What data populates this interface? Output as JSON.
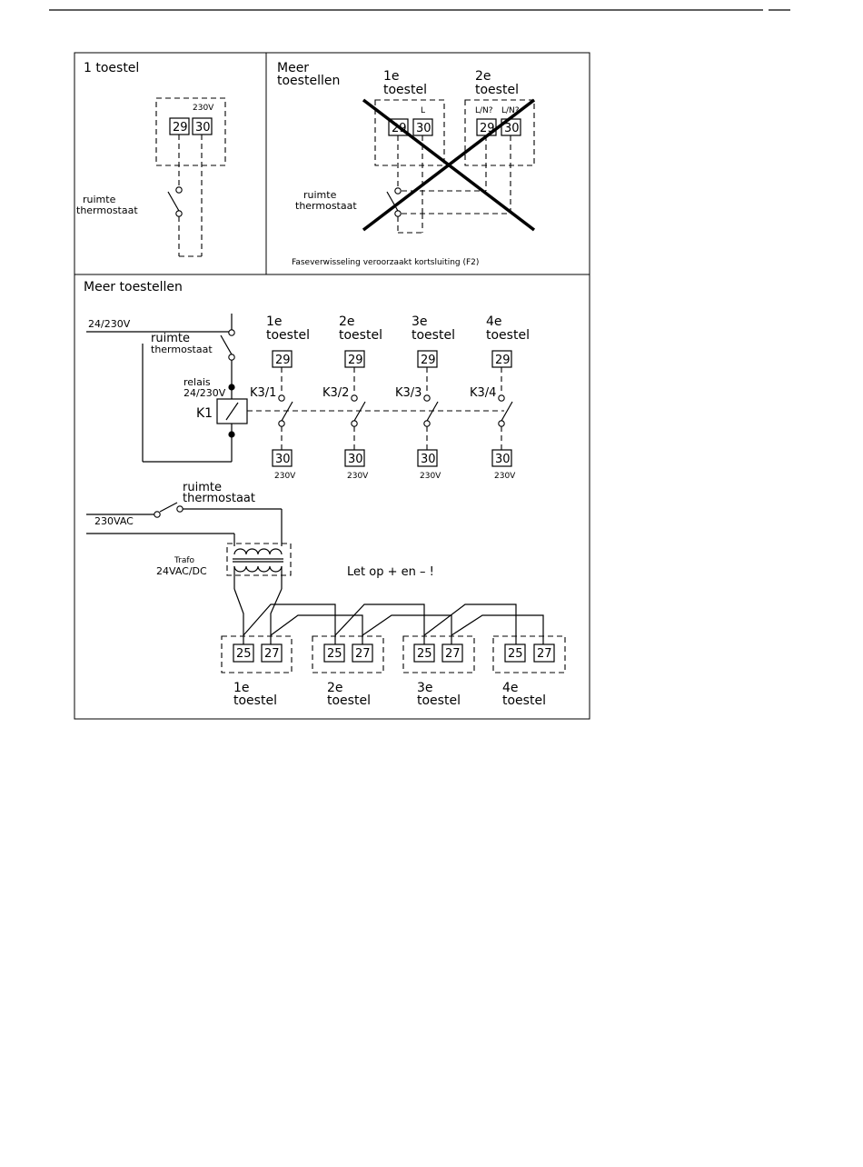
{
  "panel1": {
    "title": "1  toestel",
    "voltage": "230V",
    "t29": "29",
    "t30": "30",
    "thermo_l1": "ruimte",
    "thermo_l2": "thermostaat"
  },
  "panel2": {
    "title_l1": "Meer",
    "title_l2": "toestellen",
    "dev1_l1": "1e",
    "dev1_l2": "toestel",
    "dev2_l1": "2e",
    "dev2_l2": "toestel",
    "l_label": "L",
    "ln_label_a": "L/N?",
    "ln_label_b": "L/N?",
    "t29a": "29",
    "t30a": "30",
    "t29b": "29",
    "t30b": "30",
    "thermo_l1": "ruimte",
    "thermo_l2": "thermostaat",
    "note": "Faseverwisseling veroorzaakt kortsluiting (F2)"
  },
  "panel3": {
    "title": "Meer  toestellen",
    "supply": "24/230V",
    "thermo_l1": "ruimte",
    "thermo_l2": "thermostaat",
    "relay_l1": "relais",
    "relay_l2": "24/230V",
    "coil": "K1",
    "devices": [
      {
        "l1": "1e",
        "l2": "toestel",
        "top": "29",
        "bottom": "30",
        "contact": "K3/1",
        "volt": "230V"
      },
      {
        "l1": "2e",
        "l2": "toestel",
        "top": "29",
        "bottom": "30",
        "contact": "K3/2",
        "volt": "230V"
      },
      {
        "l1": "3e",
        "l2": "toestel",
        "top": "29",
        "bottom": "30",
        "contact": "K3/3",
        "volt": "230V"
      },
      {
        "l1": "4e",
        "l2": "toestel",
        "top": "29",
        "bottom": "30",
        "contact": "K3/4",
        "volt": "230V"
      }
    ],
    "thermo2_l1": "ruimte",
    "thermo2_l2": "thermostaat",
    "supply2": "230VAC",
    "trafo_l1": "Trafo",
    "trafo_l2": "24VAC/DC",
    "note": "Let  op  +  en  –  !",
    "lower_devices": [
      {
        "a": "25",
        "b": "27",
        "l1": "1e",
        "l2": "toestel"
      },
      {
        "a": "25",
        "b": "27",
        "l1": "2e",
        "l2": "toestel"
      },
      {
        "a": "25",
        "b": "27",
        "l1": "3e",
        "l2": "toestel"
      },
      {
        "a": "25",
        "b": "27",
        "l1": "4e",
        "l2": "toestel"
      }
    ]
  }
}
